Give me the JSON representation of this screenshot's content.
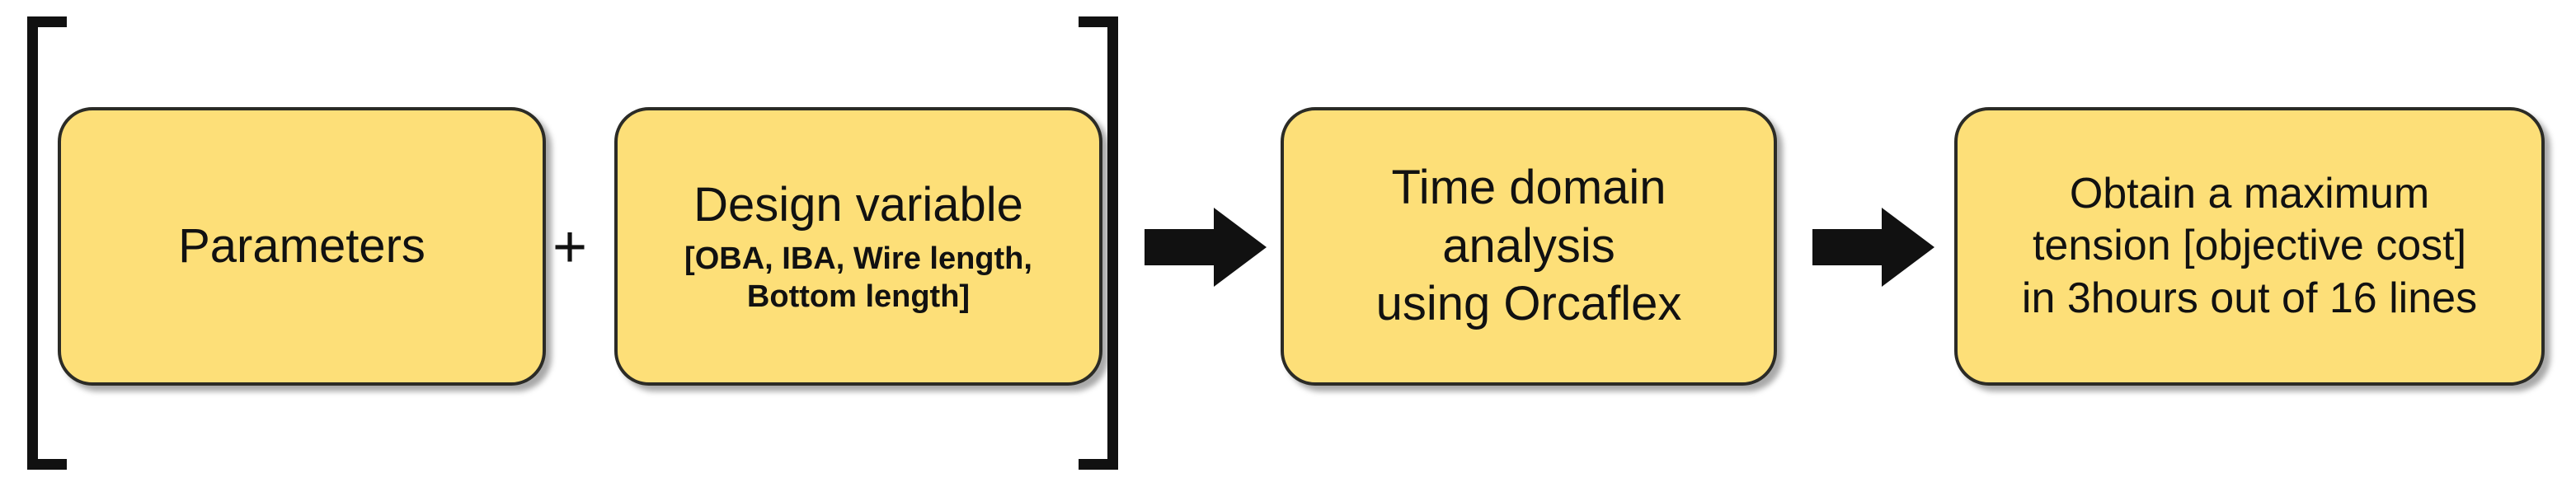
{
  "diagram": {
    "type": "flowchart",
    "orientation": "left-to-right",
    "background_color": "#ffffff",
    "box_fill_color": "#FDDF78",
    "box_border_color": "#2b2b26",
    "arrow_color": "#111111",
    "bracket_color": "#111111",
    "grouping": {
      "name": "input-group-bracket",
      "symbol_left": "[",
      "symbol_right": "]",
      "contains": [
        "Parameters",
        "Design variable"
      ]
    },
    "operator": {
      "name": "plus-operator",
      "symbol": "+"
    },
    "nodes": [
      {
        "id": "parameters",
        "lines": [
          "Parameters"
        ]
      },
      {
        "id": "design-variable",
        "title": "Design variable",
        "lines": [
          "[OBA, IBA, Wire length,",
          "Bottom length]"
        ]
      },
      {
        "id": "time-domain-analysis",
        "lines": [
          "Time domain",
          "analysis",
          "using Orcaflex"
        ]
      },
      {
        "id": "objective-output",
        "lines": [
          "Obtain a maximum",
          "tension [objective cost]",
          "in 3hours out of 16 lines"
        ]
      }
    ],
    "connectors": [
      {
        "id": "arrow-1",
        "from": "input-group-bracket",
        "to": "time-domain-analysis",
        "glyph": "right-arrow"
      },
      {
        "id": "arrow-2",
        "from": "time-domain-analysis",
        "to": "objective-output",
        "glyph": "right-arrow"
      }
    ]
  }
}
